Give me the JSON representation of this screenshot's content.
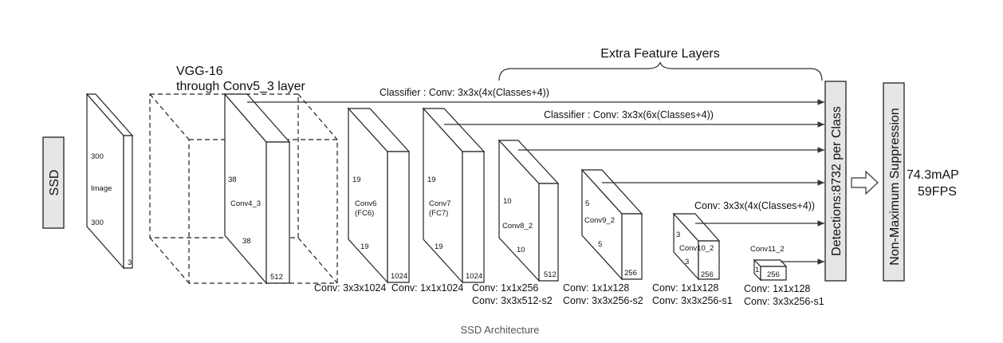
{
  "ssd_label": "SSD",
  "vgg_title_line1": "VGG-16",
  "vgg_title_line2": "through Conv5_3 layer",
  "extra_layers_title": "Extra Feature Layers",
  "classifier_1": "Classifier : Conv: 3x3x(4x(Classes+4))",
  "classifier_2": "Classifier : Conv: 3x3x(6x(Classes+4))",
  "classifier_3": "Conv: 3x3x(4x(Classes+4))",
  "detections_label": "Detections:8732  per Class",
  "nms_label": "Non-Maximum Suppression",
  "result_map": "74.3mAP",
  "result_fps": "59FPS",
  "image_block": {
    "name": "Image",
    "h": "300",
    "w": "300",
    "d": "3"
  },
  "layers": {
    "conv4_3": {
      "name": "Conv4_3",
      "h": "38",
      "w": "38",
      "d": "512"
    },
    "conv6": {
      "name_line1": "Conv6",
      "name_line2": "(FC6)",
      "h": "19",
      "w": "19",
      "d": "1024"
    },
    "conv7": {
      "name_line1": "Conv7",
      "name_line2": "(FC7)",
      "h": "19",
      "w": "19",
      "d": "1024"
    },
    "conv8_2": {
      "name": "Conv8_2",
      "h": "10",
      "w": "10",
      "d": "512"
    },
    "conv9_2": {
      "name": "Conv9_2",
      "h": "5",
      "w": "5",
      "d": "256"
    },
    "conv10_2": {
      "name": "Conv10_2",
      "h": "3",
      "w": "3",
      "d": "256"
    },
    "conv11_2": {
      "name": "Conv11_2",
      "h": "1",
      "d": "256"
    }
  },
  "conv_ops": {
    "c1": "Conv: 3x3x1024",
    "c2": "Conv: 1x1x1024",
    "c3_line1": "Conv: 1x1x256",
    "c3_line2": "Conv:  3x3x512-s2",
    "c4_line1": "Conv: 1x1x128",
    "c4_line2": "Conv: 3x3x256-s2",
    "c5_line1": "Conv: 1x1x128",
    "c5_line2": "Conv: 3x3x256-s1",
    "c6_line1": "Conv: 1x1x128",
    "c6_line2": "Conv: 3x3x256-s1"
  },
  "caption": "SSD Architecture"
}
